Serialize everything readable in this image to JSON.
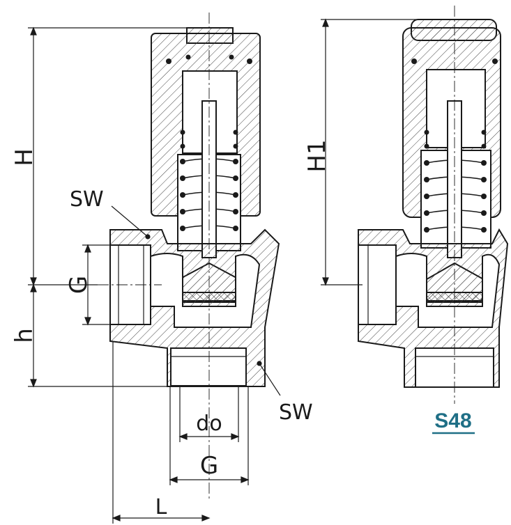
{
  "labels": {
    "H": "H",
    "h": "h",
    "G_side": "G",
    "SW_top": "SW",
    "SW_bottom": "SW",
    "do": "do",
    "G_bottom": "G",
    "L": "L",
    "H1": "H1"
  },
  "model": {
    "text": "S48",
    "color": "#1f6f86"
  },
  "colors": {
    "line": "#1a1a1a",
    "hatch": "#333333"
  }
}
